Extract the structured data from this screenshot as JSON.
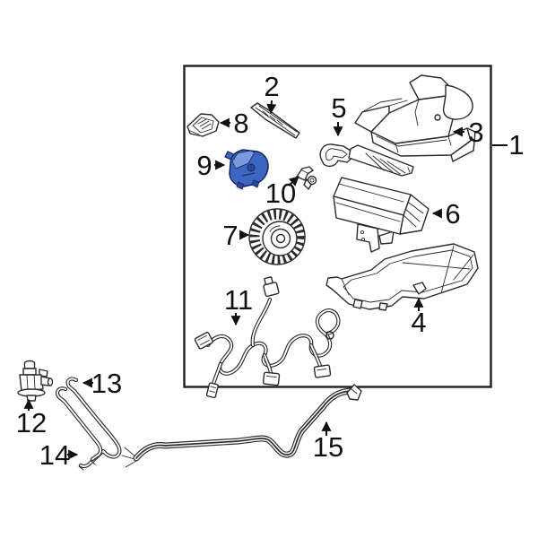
{
  "diagram": {
    "type": "exploded-parts-diagram",
    "background": "#ffffff",
    "line_color": "#2b2b2b",
    "label_color": "#111111",
    "highlighted_part_label": "9",
    "highlight": {
      "fill": "#3d66c1",
      "light": "#7a9bdc",
      "dark": "#2a479b",
      "outline": "#16255f"
    },
    "callouts": [
      {
        "label": "1"
      },
      {
        "label": "2"
      },
      {
        "label": "3"
      },
      {
        "label": "4"
      },
      {
        "label": "5"
      },
      {
        "label": "6"
      },
      {
        "label": "7"
      },
      {
        "label": "8"
      },
      {
        "label": "9"
      },
      {
        "label": "10"
      },
      {
        "label": "11"
      },
      {
        "label": "12"
      },
      {
        "label": "13"
      },
      {
        "label": "14"
      },
      {
        "label": "15"
      }
    ]
  }
}
